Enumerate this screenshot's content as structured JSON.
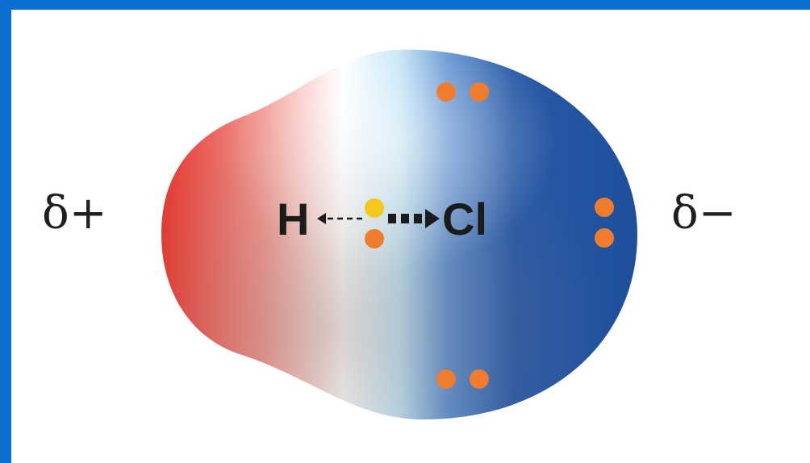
{
  "diagram": {
    "left_charge": "δ+",
    "right_charge": "δ−",
    "atom_left": "H",
    "atom_right": "Cl",
    "colors": {
      "frame": "#0a6fd0",
      "positive": "#e8342c",
      "negative": "#1e4f9a",
      "lone_pair": "#f07c2e",
      "bond_electron": "#f2c81c"
    }
  }
}
